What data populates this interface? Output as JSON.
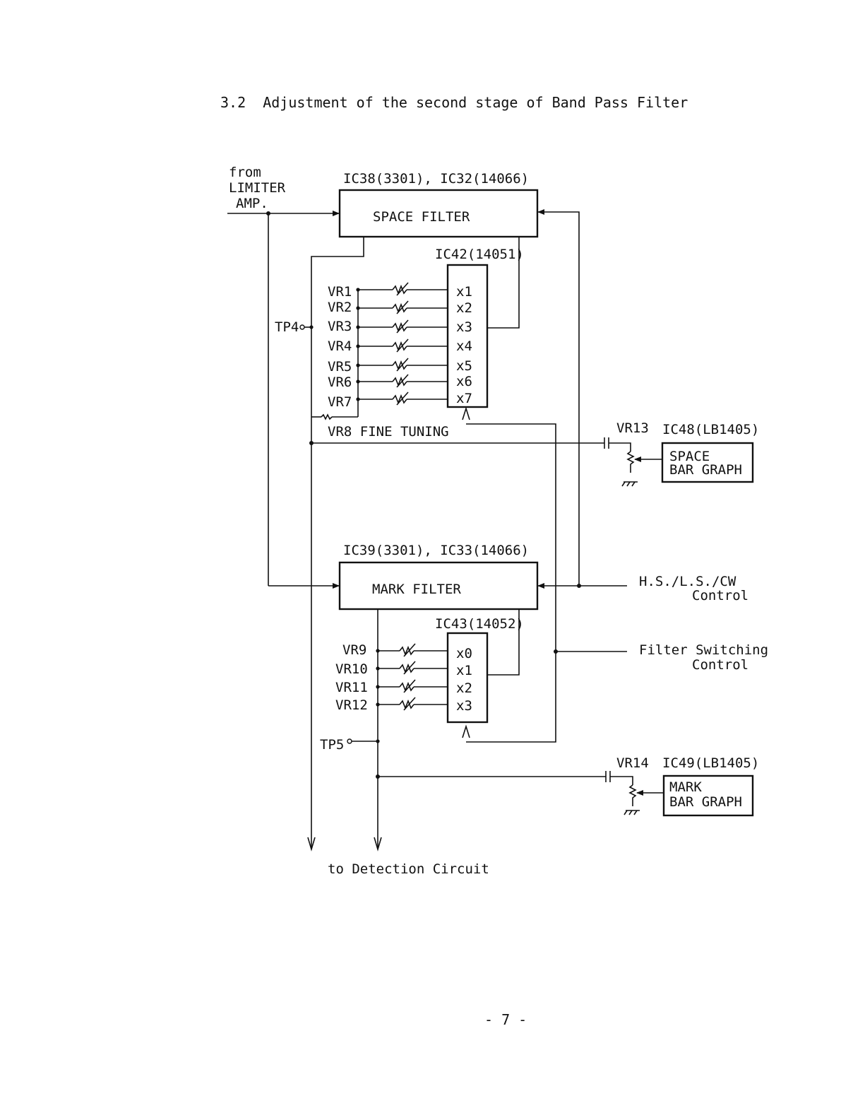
{
  "heading": "3.2  Adjustment of the second stage of Band Pass Filter",
  "source_label": [
    "from",
    "LIMITER",
    "AMP."
  ],
  "space_filter": {
    "ic_label": "IC38(3301), IC32(14066)",
    "label": "SPACE FILTER"
  },
  "mux1": {
    "ic_label": "IC42(14051)",
    "inputs": [
      "x1",
      "x2",
      "x3",
      "x4",
      "x5",
      "x6",
      "x7"
    ]
  },
  "vr_space": [
    "VR1",
    "VR2",
    "VR3",
    "VR4",
    "VR5",
    "VR6",
    "VR7"
  ],
  "tp4": "TP4",
  "vr8": "VR8 FINE TUNING",
  "vr13": "VR13",
  "space_bar": {
    "ic_label": "IC48(LB1405)",
    "lines": [
      "SPACE",
      "BAR GRAPH"
    ]
  },
  "mark_filter": {
    "ic_label": "IC39(3301), IC33(14066)",
    "label": "MARK FILTER"
  },
  "hs_control": [
    "H.S./L.S./CW",
    "Control"
  ],
  "mux2": {
    "ic_label": "IC43(14052)",
    "inputs": [
      "x0",
      "x1",
      "x2",
      "x3"
    ]
  },
  "vr_mark": [
    "VR9",
    "VR10",
    "VR11",
    "VR12"
  ],
  "filter_switching": [
    "Filter Switching",
    "Control"
  ],
  "tp5": "TP5",
  "vr14": "VR14",
  "mark_bar": {
    "ic_label": "IC49(LB1405)",
    "lines": [
      "MARK",
      "BAR GRAPH"
    ]
  },
  "output_label": "to Detection Circuit",
  "page_number": "- 7 -"
}
